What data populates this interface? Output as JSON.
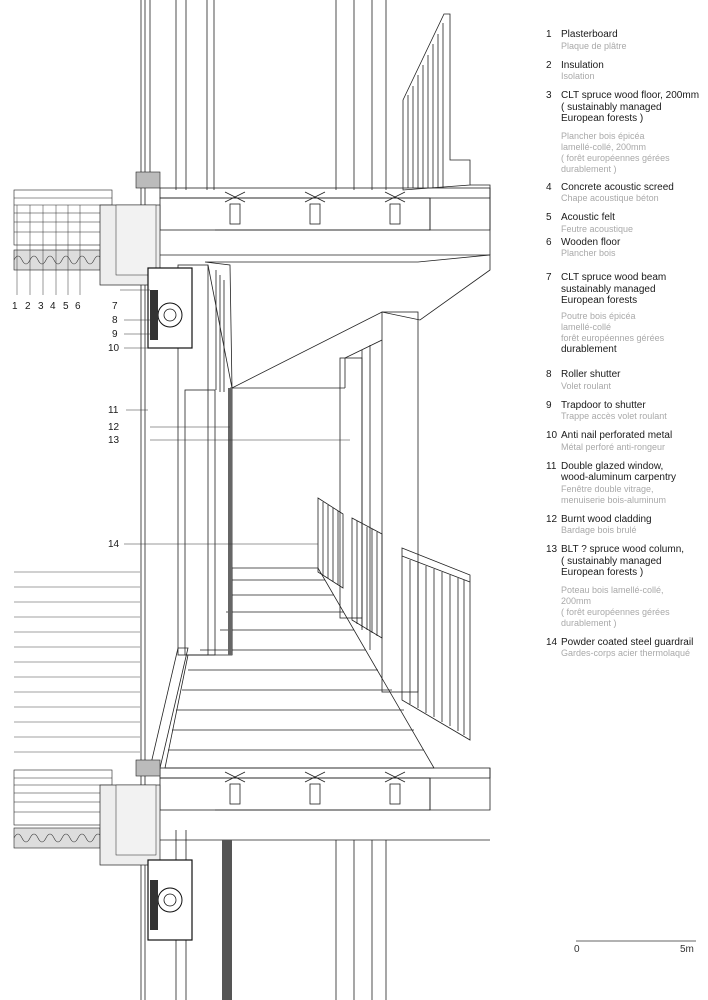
{
  "legend": [
    {
      "num": "1",
      "en": "Plasterboard",
      "fr": "Plaque de plâtre"
    },
    {
      "num": "2",
      "en": "Insulation",
      "fr": "Isolation"
    },
    {
      "num": "3",
      "en": "CLT spruce wood floor, 200mm\n( sustainably managed\nEuropean forests )",
      "fr": "Plancher bois épicéa\nlamellé-collé, 200mm\n( forêt européennes gérées\ndurablement )"
    },
    {
      "num": "4",
      "en": "Concrete acoustic screed",
      "fr": "Chape acoustique béton"
    },
    {
      "num": "5",
      "en": "Acoustic felt",
      "fr": "Feutre acoustique"
    },
    {
      "num": "6",
      "en": "Wooden floor",
      "fr": "Plancher bois"
    },
    {
      "num": "7",
      "en": "CLT spruce wood beam\nsustainably managed\nEuropean forests",
      "fr": "Poutre bois épicéa\nlamellé-collé\nforêt européennes gérées",
      "en2": "durablement"
    },
    {
      "num": "8",
      "en": "Roller shutter",
      "fr": "Volet roulant"
    },
    {
      "num": "9",
      "en": "Trapdoor to shutter",
      "fr": "Trappe accès volet roulant"
    },
    {
      "num": "10",
      "en": "Anti nail perforated metal",
      "fr": "Métal perforé anti-rongeur"
    },
    {
      "num": "11",
      "en": "Double glazed window,\nwood-aluminum carpentry",
      "fr": "Fenêtre double vitrage,\nmenuiserie bois-aluminum"
    },
    {
      "num": "12",
      "en": "Burnt wood cladding",
      "fr": "Bardage bois brulé"
    },
    {
      "num": "13",
      "en": "BLT ? spruce wood column,\n( sustainably managed\nEuropean forests )",
      "fr": "Poteau bois lamellé-collé,\n200mm\n( forêt européennes gérées\ndurablement )"
    },
    {
      "num": "14",
      "en": "Powder coated steel guardrail",
      "fr": "Gardes-corps acier thermolaqué"
    }
  ],
  "callouts": {
    "bottom_row": [
      "1",
      "2",
      "3",
      "4",
      "5",
      "6"
    ],
    "side": [
      "7",
      "8",
      "9",
      "10",
      "11",
      "12",
      "13",
      "14"
    ]
  },
  "scale": {
    "start": "0",
    "end": "5m"
  }
}
